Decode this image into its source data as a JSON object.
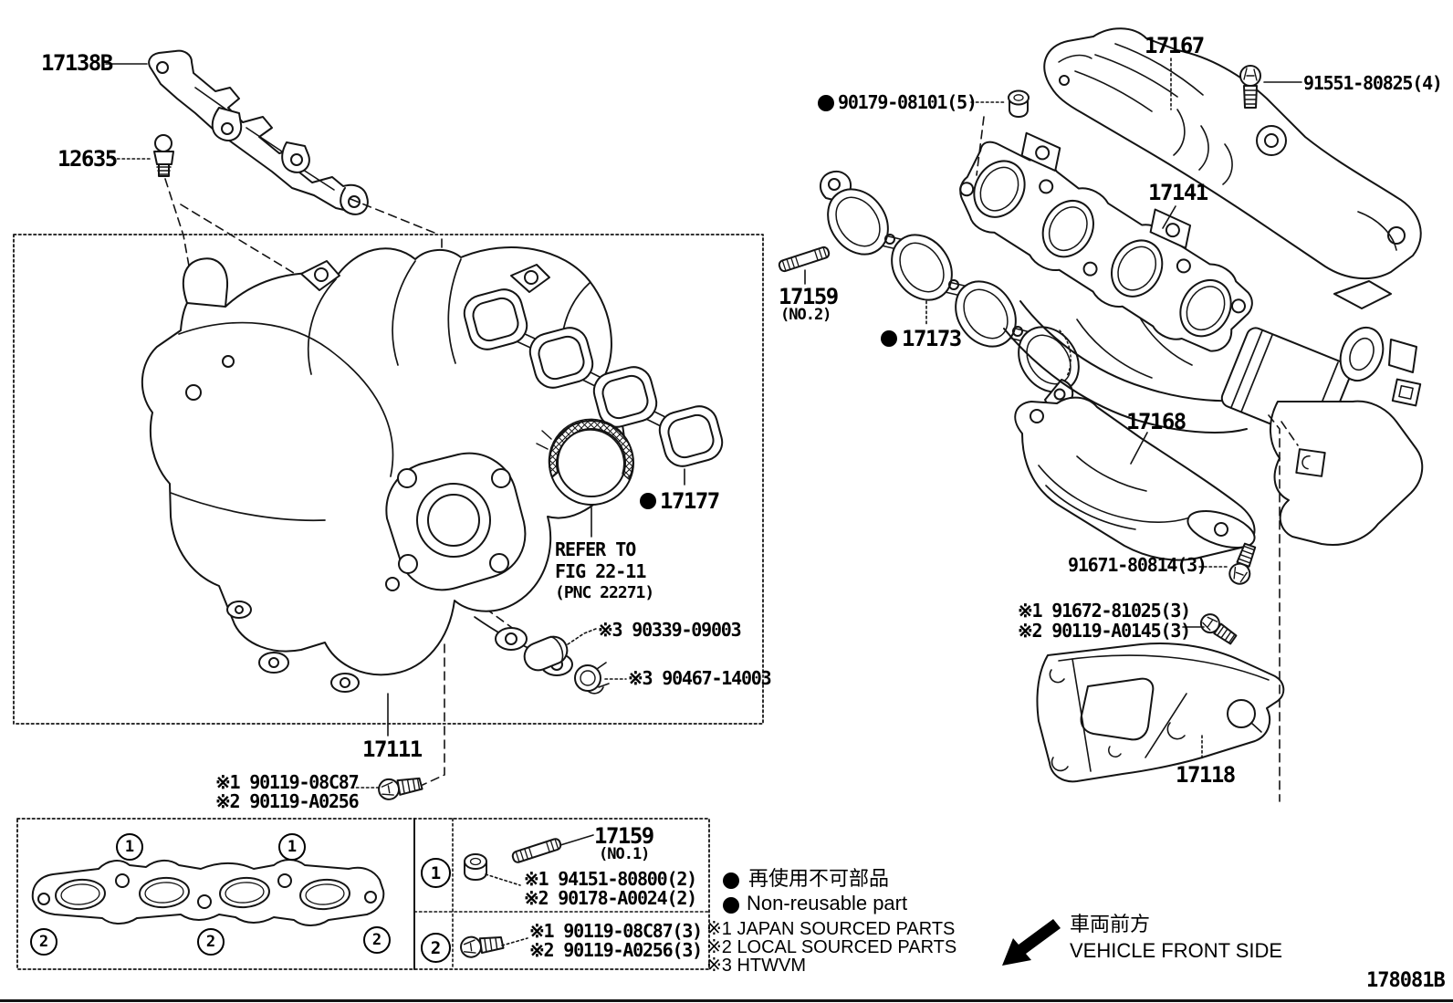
{
  "figure": {
    "code": "178081B"
  },
  "callouts": {
    "c17138B": "17138B",
    "c12635": "12635",
    "c17167": "17167",
    "c91551": "91551-80825(4)",
    "c90179": "90179-08101(5)",
    "c17141": "17141",
    "c17159_2": "17159",
    "c17159_2_no": "(NO.2)",
    "c17173": "17173",
    "c17177": "17177",
    "refer_line1": "REFER TO",
    "refer_line2": "FIG 22-11",
    "refer_line3": "(PNC 22271)",
    "c90339": "※3 90339-09003",
    "c90467": "※3 90467-14003",
    "c17111": "17111",
    "c90119_1": "※1 90119-08C87",
    "c90119_2": "※2 90119-A0256",
    "c17168": "17168",
    "c91671": "91671-80814(3)",
    "c91672": "※1 91672-81025(3)",
    "c90119_3": "※2 90119-A0145(3)",
    "c17118": "17118"
  },
  "table": {
    "row1": {
      "num": "1",
      "stud_label": "17159",
      "stud_no": "(NO.1)",
      "part_a": "※1 94151-80800(2)",
      "part_b": "※2 90178-A0024(2)"
    },
    "row2": {
      "num": "2",
      "part_a": "※1 90119-08C87(3)",
      "part_b": "※2 90119-A0256(3)"
    },
    "gasket_callouts": [
      "1",
      "1",
      "2",
      "2",
      "2"
    ]
  },
  "legend": {
    "jp": "再使用不可部品",
    "en": "Non-reusable part",
    "note1": "※1 JAPAN SOURCED PARTS",
    "note2": "※2 LOCAL SOURCED PARTS",
    "note3": "※3 HTWVM"
  },
  "direction": {
    "jp": "車両前方",
    "en": "VEHICLE FRONT SIDE"
  }
}
